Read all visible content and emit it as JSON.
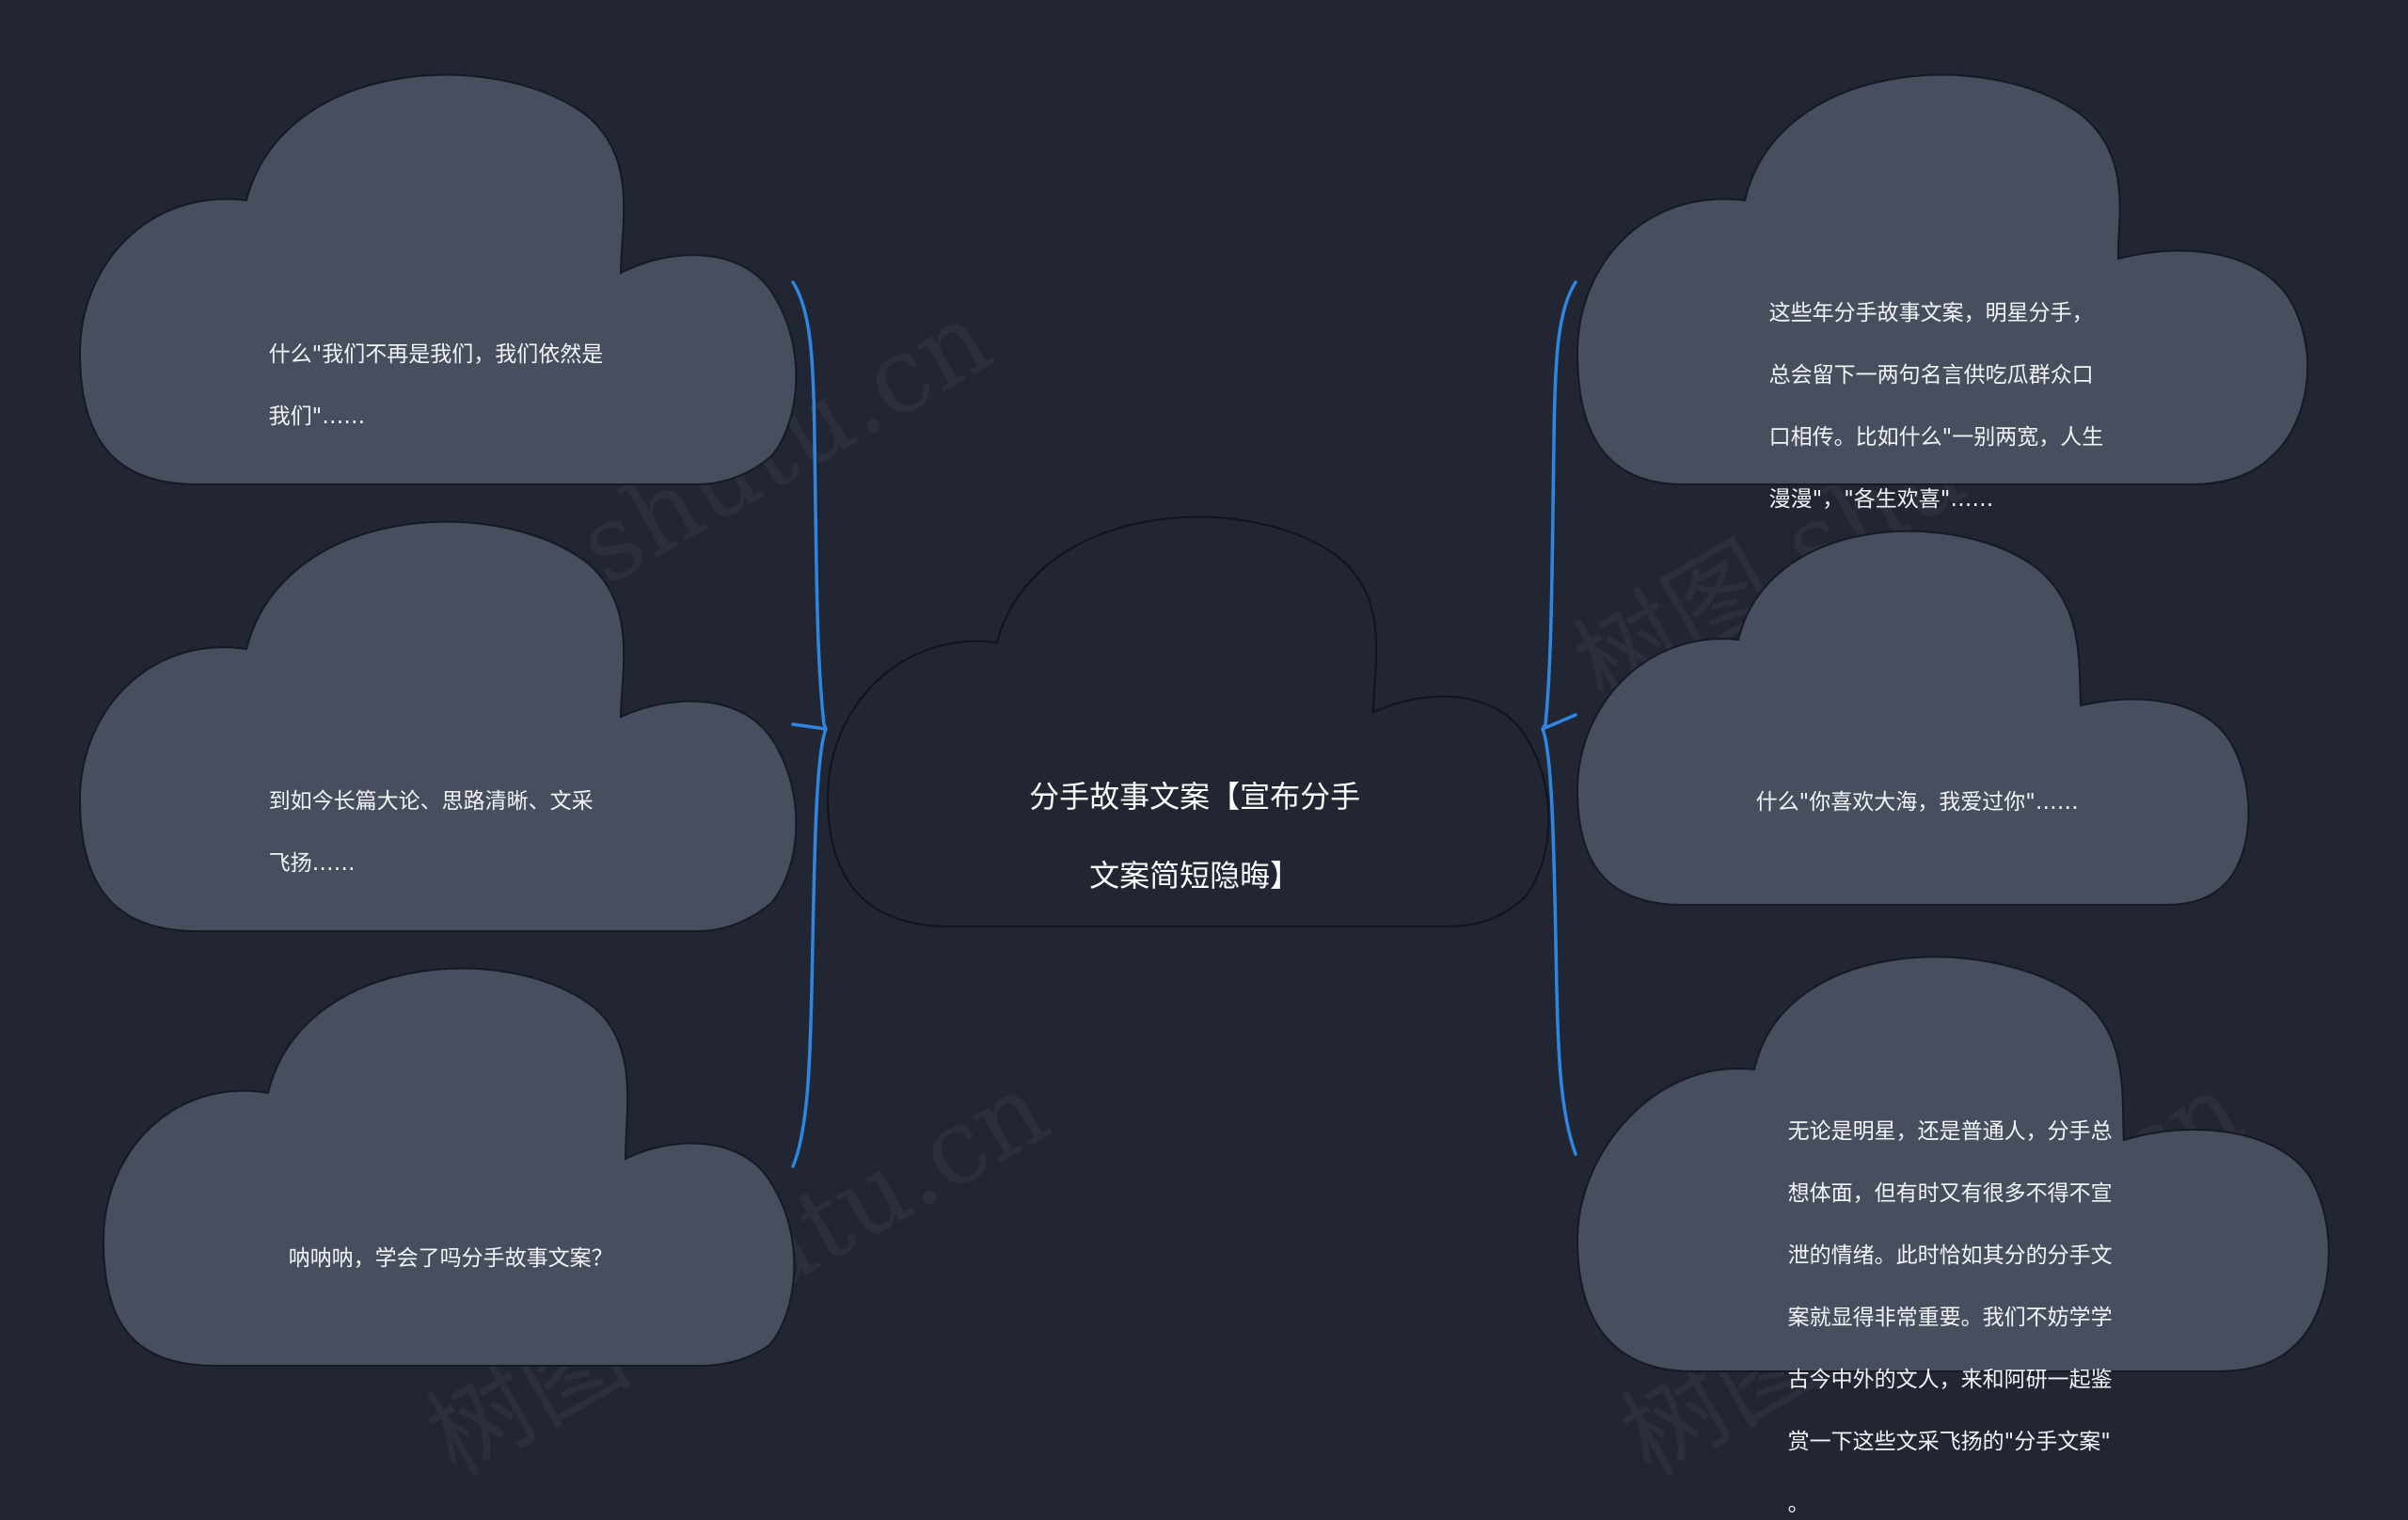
{
  "central_topic": {
    "lines": [
      "分手故事文案【宣布分手",
      "文案简短隐晦】"
    ]
  },
  "left_nodes": [
    {
      "id": "L1",
      "lines": [
        "什么\"我们不再是我们，我们依然是",
        "我们\"……"
      ]
    },
    {
      "id": "L2",
      "lines": [
        "到如今长篇大论、思路清晰、文采",
        "飞扬……"
      ]
    },
    {
      "id": "L3",
      "lines": [
        "呐呐呐，学会了吗分手故事文案？"
      ]
    }
  ],
  "right_nodes": [
    {
      "id": "R1",
      "lines": [
        "这些年分手故事文案，明星分手，",
        "总会留下一两句名言供吃瓜群众口",
        "口相传。比如什么\"一别两宽，人生",
        "漫漫\"，\"各生欢喜\"……"
      ]
    },
    {
      "id": "R2",
      "lines": [
        "什么\"你喜欢大海，我爱过你\"……"
      ]
    },
    {
      "id": "R3",
      "lines": [
        "无论是明星，还是普通人，分手总",
        "想体面，但有时又有很多不得不宣",
        "泄的情绪。此时恰如其分的分手文",
        "案就显得非常重要。我们不妨学学",
        "古今中外的文人，来和阿研一起鉴",
        "赏一下这些文采飞扬的\"分手文案\"",
        "。"
      ]
    }
  ],
  "watermark": "树图 shutu.cn",
  "colors": {
    "background": "#222633",
    "node_fill": "#474f5e",
    "connector": "#2f86e0",
    "text": "#f2f4f8"
  }
}
